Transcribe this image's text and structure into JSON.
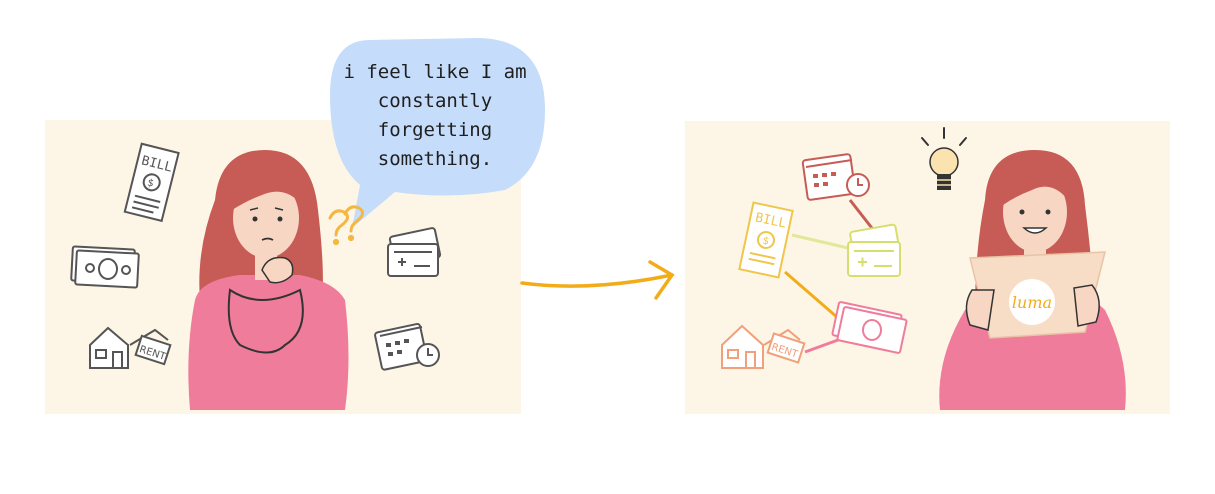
{
  "speech_bubble": {
    "text_lines": [
      "i feel like I am",
      "constantly",
      "forgetting",
      "something."
    ]
  },
  "icons": {
    "bill_label": "BILL",
    "rent_label": "RENT",
    "currency_symbol": "$",
    "logo_text": "luma"
  },
  "colors": {
    "panel_bg": "#fdf6e6",
    "bubble": "#c5dcfb",
    "arrow": "#f2ac1a",
    "hair": "#c65c55",
    "sweater": "#ef7c9b",
    "skin": "#f7d6c3",
    "question_marks": "#f4b740"
  }
}
